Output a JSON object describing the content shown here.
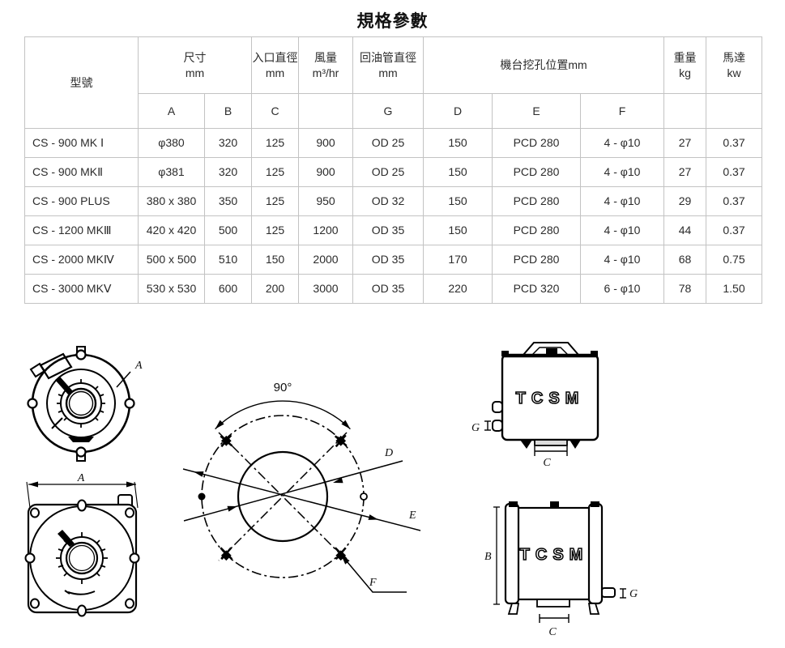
{
  "title": "規格參數",
  "table": {
    "header": {
      "model": "型號",
      "size": "尺寸",
      "size_unit": "mm",
      "inlet": "入口直徑",
      "inlet_unit": "mm",
      "airflow": "風量",
      "airflow_unit": "m³/hr",
      "oil": "回油管直徑",
      "oil_unit": "mm",
      "holes": "機台挖孔位置mm",
      "weight": "重量",
      "weight_unit": "kg",
      "motor": "馬達",
      "motor_unit": "kw",
      "sub_a": "A",
      "sub_b": "B",
      "sub_c": "C",
      "sub_g": "G",
      "sub_d": "D",
      "sub_e": "E",
      "sub_f": "F"
    },
    "rows": [
      [
        "CS - 900 MK Ⅰ",
        "φ380",
        "320",
        "125",
        "900",
        "OD 25",
        "150",
        "PCD 280",
        "4 - φ10",
        "27",
        "0.37"
      ],
      [
        "CS - 900 MKⅡ",
        "φ381",
        "320",
        "125",
        "900",
        "OD 25",
        "150",
        "PCD 280",
        "4 - φ10",
        "27",
        "0.37"
      ],
      [
        "CS - 900 PLUS",
        "380 x 380",
        "350",
        "125",
        "950",
        "OD 32",
        "150",
        "PCD 280",
        "4 - φ10",
        "29",
        "0.37"
      ],
      [
        "CS - 1200 MKⅢ",
        "420 x 420",
        "500",
        "125",
        "1200",
        "OD 35",
        "150",
        "PCD 280",
        "4 - φ10",
        "44",
        "0.37"
      ],
      [
        "CS - 2000 MKⅣ",
        "500 x 500",
        "510",
        "150",
        "2000",
        "OD 35",
        "170",
        "PCD 280",
        "4 - φ10",
        "68",
        "0.75"
      ],
      [
        "CS - 3000 MKⅤ",
        "530 x 530",
        "600",
        "200",
        "3000",
        "OD 35",
        "220",
        "PCD 320",
        "6 - φ10",
        "78",
        "1.50"
      ]
    ]
  },
  "drawings": {
    "fan_top": {
      "dim_a": "A"
    },
    "flange": {
      "dim_a": "A"
    },
    "holes": {
      "angle": "90°",
      "dim_d": "D",
      "dim_e": "E",
      "dim_f": "F"
    },
    "side_front": {
      "brand": "TCSM",
      "dim_g": "G",
      "dim_c": "C"
    },
    "side_rear": {
      "brand": "TCSM",
      "dim_b": "B",
      "dim_g": "G",
      "dim_c": "C"
    }
  }
}
